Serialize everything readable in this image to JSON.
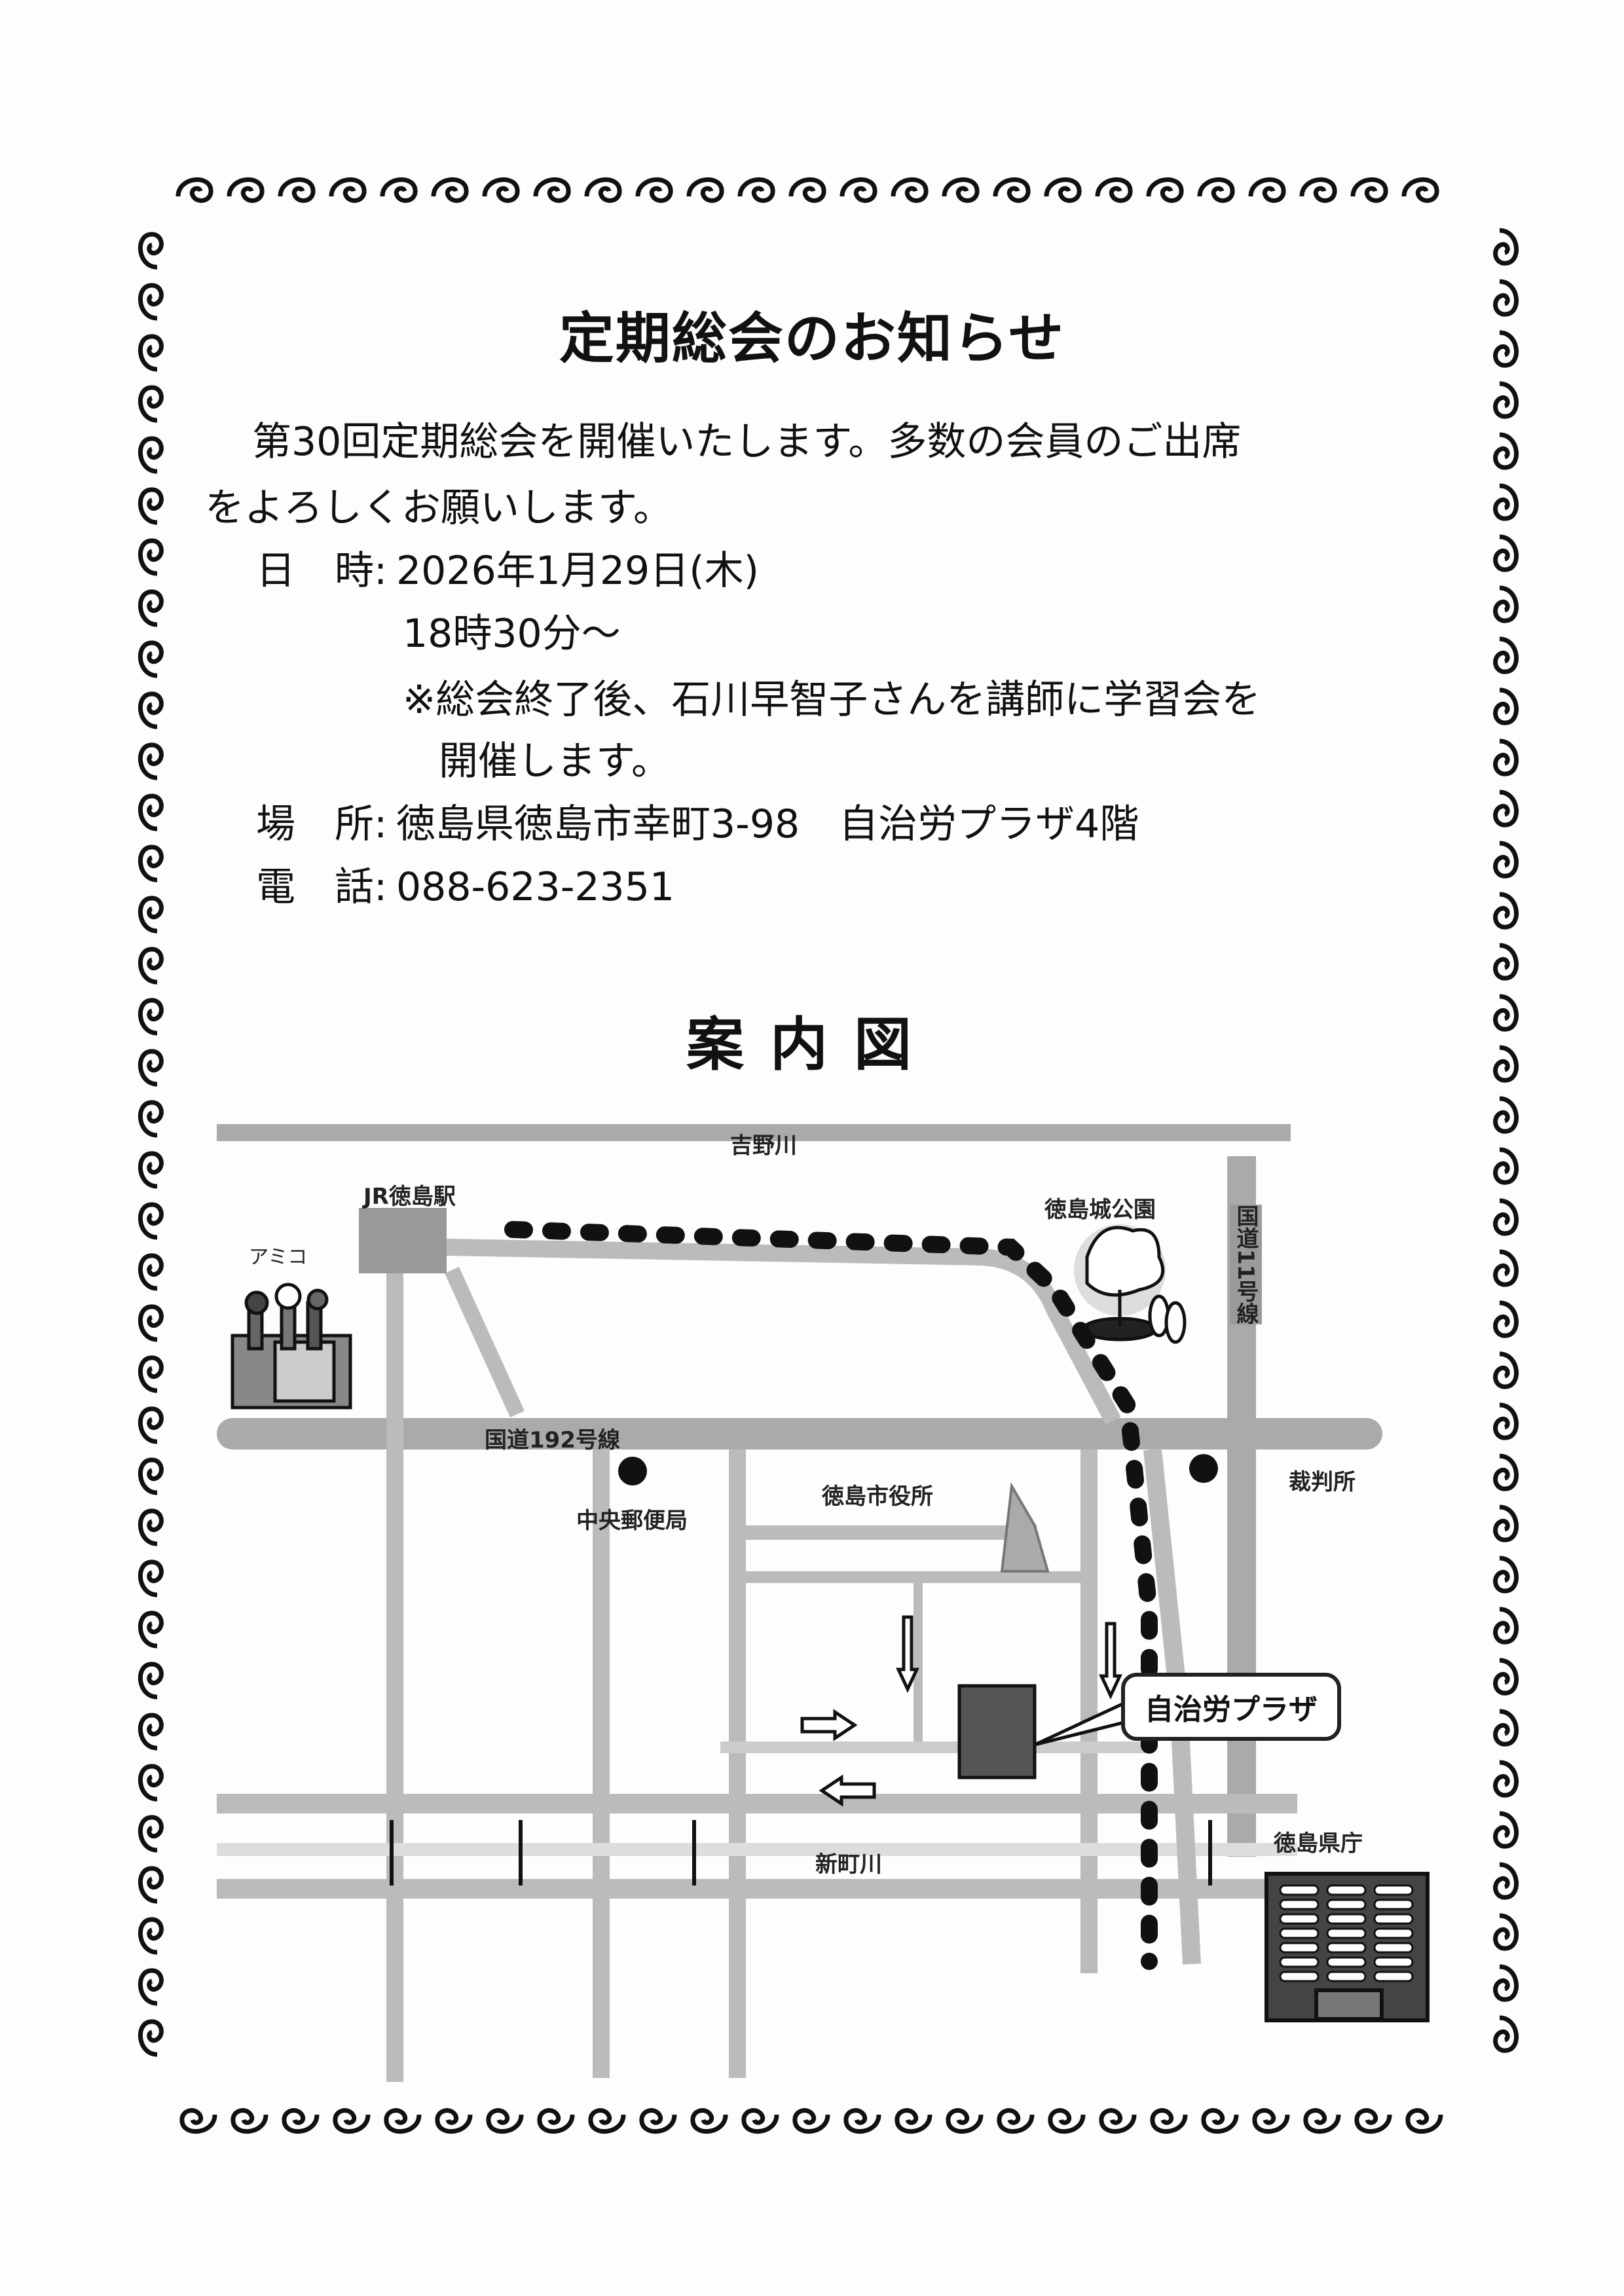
{
  "title": "定期総会のお知らせ",
  "intro": {
    "line1": "第30回定期総会を開催いたします。多数の会員のご出席",
    "line2": "をよろしくお願いします。"
  },
  "details": {
    "date_label": "日　時:",
    "date_value": "2026年1月29日(木)",
    "time_value": "18時30分～",
    "note_line1": "※総会終了後、石川早智子さんを講師に学習会を",
    "note_line2": "開催します。",
    "place_label": "場　所:",
    "place_value": "徳島県徳島市幸町3-98　自治労プラザ4階",
    "phone_label": "電　話:",
    "phone_value": "088-623-2351"
  },
  "map": {
    "title": "案内図",
    "labels": {
      "river_yoshino": "吉野川",
      "jr_station": "JR徳島駅",
      "amico": "アミコ",
      "castle_park": "徳島城公園",
      "route11": "国道11号線",
      "route192": "国道192号線",
      "post_office": "中央郵便局",
      "city_hall": "徳島市役所",
      "court": "裁判所",
      "plaza": "自治労プラザ",
      "river_shinmachi": "新町川",
      "pref_office": "徳島県庁"
    }
  }
}
